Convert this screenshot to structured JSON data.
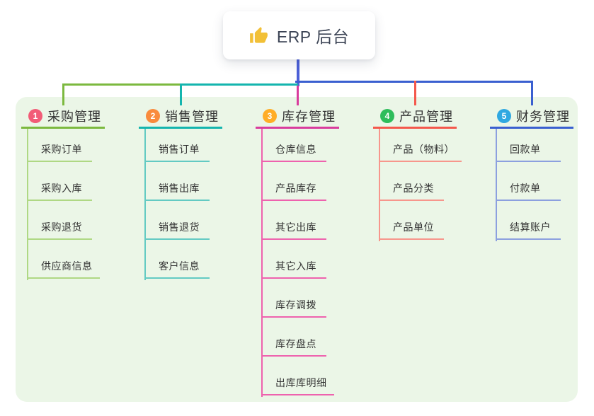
{
  "root": {
    "title": "ERP 后台",
    "icon": "thumbs-up-icon",
    "icon_color": "#f2c037",
    "connector_color": "#4c60d8"
  },
  "panel": {
    "background": "#ebf6e7"
  },
  "branches": [
    {
      "num": "1",
      "title": "采购管理",
      "badge_color": "#f25c77",
      "line_color": "#7cb93f",
      "sub_line_color": "#afd884",
      "items": [
        "采购订单",
        "采购入库",
        "采购退货",
        "供应商信息"
      ]
    },
    {
      "num": "2",
      "title": "销售管理",
      "badge_color": "#f98b3d",
      "line_color": "#14b5ae",
      "sub_line_color": "#63cac3",
      "items": [
        "销售订单",
        "销售出库",
        "销售退货",
        "客户信息"
      ]
    },
    {
      "num": "3",
      "title": "库存管理",
      "badge_color": "#ffad26",
      "line_color": "#d93c9d",
      "sub_line_color": "#ee62ae",
      "items": [
        "仓库信息",
        "产品库存",
        "其它出库",
        "其它入库",
        "库存调拨",
        "库存盘点",
        "出库库明细"
      ]
    },
    {
      "num": "4",
      "title": "产品管理",
      "badge_color": "#2ebd5b",
      "line_color": "#f4584c",
      "sub_line_color": "#f7968c",
      "items": [
        "产品（物料）",
        "产品分类",
        "产品单位"
      ]
    },
    {
      "num": "5",
      "title": "财务管理",
      "badge_color": "#2fa8e1",
      "line_color": "#3a5fd0",
      "sub_line_color": "#8ca0df",
      "items": [
        "回款单",
        "付款单",
        "结算账户"
      ]
    }
  ]
}
